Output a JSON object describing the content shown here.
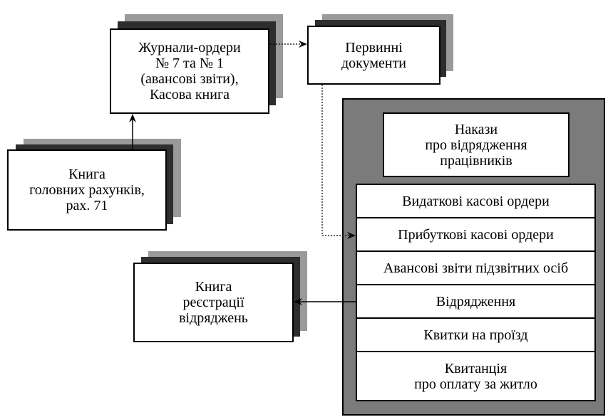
{
  "journals": {
    "text": "Журнали-ордери\n№ 7 та № 1\n(авансові звіти),\nКасова книга"
  },
  "primary_docs": {
    "text": "Первинні\nдокументи"
  },
  "general_ledger": {
    "text": "Книга\nголовних рахунків,\nрах. 71"
  },
  "trip_register": {
    "text": "Книга\nреєстрації\nвідряджень"
  },
  "orders": {
    "text": "Накази\nпро відрядження\nпрацівників"
  },
  "documents": [
    {
      "text": "Видаткові касові ордери"
    },
    {
      "text": "Прибуткові касові ордери"
    },
    {
      "text": "Авансові звіти підзвітних осіб"
    },
    {
      "text": "Відрядження"
    },
    {
      "text": "Квитки на проїзд"
    },
    {
      "text": "Квитанція\nпро оплату за житло"
    }
  ],
  "colors": {
    "panel": "#7b7b7b",
    "shadow_dark": "#2e2e2e",
    "shadow_light": "#9a9a9a"
  }
}
